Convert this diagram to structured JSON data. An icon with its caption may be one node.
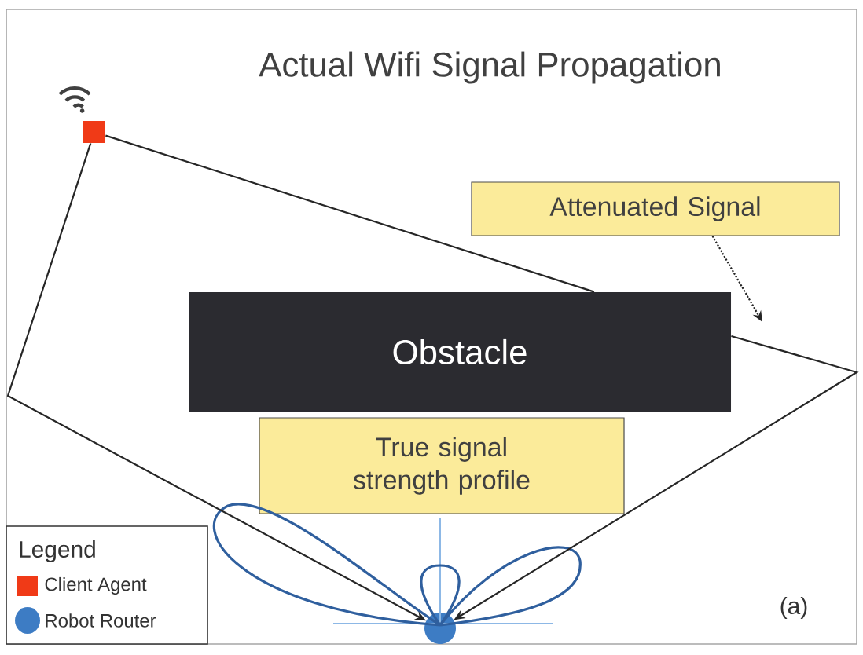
{
  "diagram": {
    "title": "Actual Wifi Signal Propagation",
    "nodes": [
      {
        "text": [],
        "shape": "box"
      },
      {
        "text": [
          "Obstacle"
        ]
      },
      {
        "text": [
          "Attenuated Signal"
        ]
      },
      {
        "text": [
          "True signal strength profile"
        ]
      },
      {
        "text": [],
        "shape": "circle"
      }
    ],
    "edges": [
      {
        "from": 0,
        "to": 4,
        "arrow": "to"
      },
      {
        "from": 0,
        "to": 1,
        "arrow": "none"
      },
      {
        "from": 1,
        "to": 4,
        "arrow": "to"
      },
      {
        "from": 2,
        "to": null,
        "arrow": "to",
        "style": "dashed"
      }
    ],
    "labels": [
      "Legend",
      "(a)"
    ],
    "legend": [
      {
        "text": "Client Agent",
        "color": "#f03a17"
      },
      {
        "text": "Robot Router",
        "color": "#3d7cc4"
      }
    ]
  }
}
